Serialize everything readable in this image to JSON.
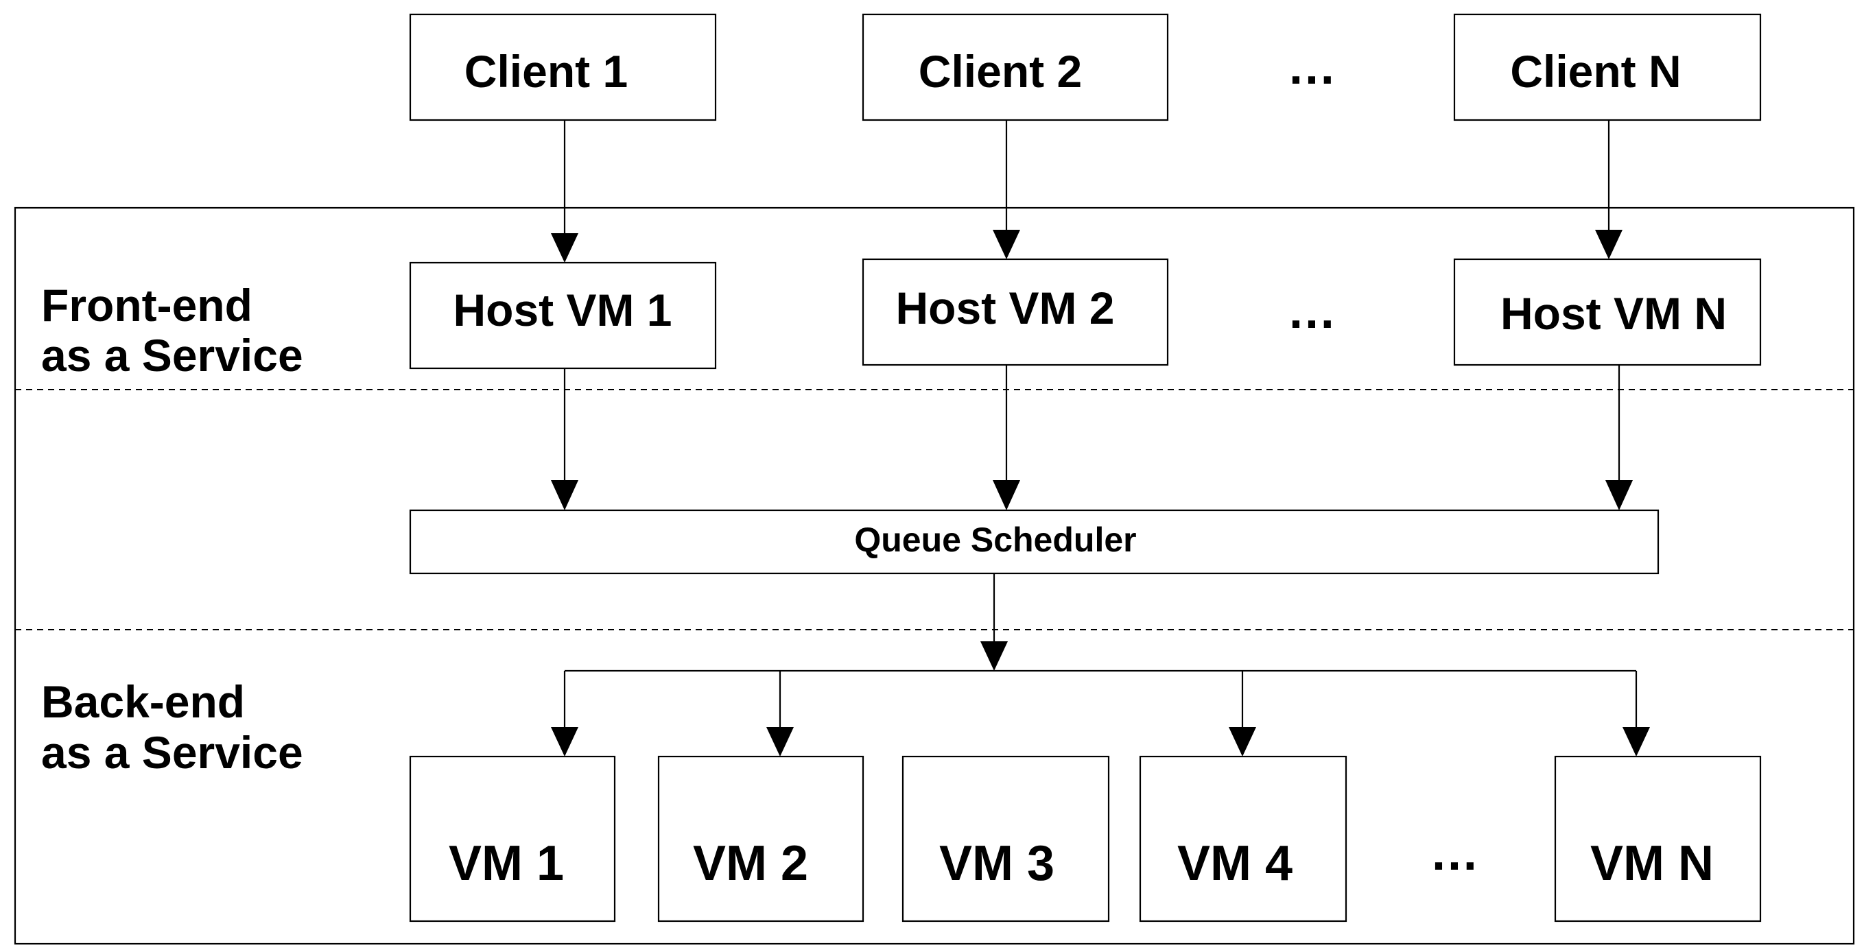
{
  "clients": {
    "items": [
      "Client 1",
      "Client 2",
      "Client N"
    ],
    "ellipsis": "…"
  },
  "front_end": {
    "label_line1": "Front-end",
    "label_line2": "as a Service",
    "hosts": [
      "Host VM 1",
      "Host VM 2",
      "Host VM N"
    ],
    "ellipsis": "…"
  },
  "scheduler": {
    "label": "Queue Scheduler"
  },
  "back_end": {
    "label_line1": "Back-end",
    "label_line2": "as a Service",
    "vms": [
      "VM 1",
      "VM 2",
      "VM 3",
      "VM 4",
      "VM N"
    ],
    "ellipsis": "…"
  }
}
